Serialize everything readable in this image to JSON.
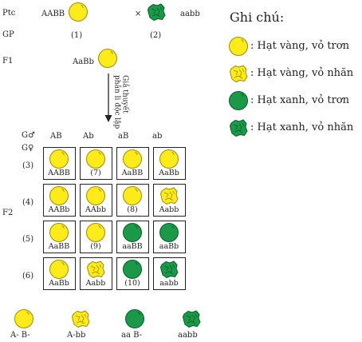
{
  "labels": {
    "ptc": "Ptc",
    "gp": "GP",
    "f1": "F1",
    "f2": "F2",
    "g_male": "G♂",
    "g_female": "G♀",
    "parent1_genotype": "AABB",
    "parent2_genotype": "aabb",
    "parent1_num": "(1)",
    "parent2_num": "(2)",
    "f1_genotype": "AaBb",
    "arrow_text_line1": "Giả thuyết",
    "arrow_text_line2": "phân li độc lập"
  },
  "punnett": {
    "columns": [
      "AB",
      "Ab",
      "aB",
      "ab"
    ],
    "rows": [
      "(3)",
      "(4)",
      "(5)",
      "(6)"
    ],
    "cells": [
      [
        {
          "label": "AABB",
          "seed": "yellow-smooth"
        },
        {
          "label": "(7)",
          "seed": "yellow-smooth"
        },
        {
          "label": "AaBB",
          "seed": "yellow-smooth"
        },
        {
          "label": "AaBb",
          "seed": "yellow-smooth"
        }
      ],
      [
        {
          "label": "AABb",
          "seed": "yellow-smooth"
        },
        {
          "label": "AAbb",
          "seed": "yellow-smooth"
        },
        {
          "label": "(8)",
          "seed": "yellow-smooth"
        },
        {
          "label": "Aabb",
          "seed": "yellow-wrinkled"
        }
      ],
      [
        {
          "label": "AaBB",
          "seed": "yellow-smooth"
        },
        {
          "label": "(9)",
          "seed": "yellow-smooth"
        },
        {
          "label": "aaBB",
          "seed": "green-smooth"
        },
        {
          "label": "aaBb",
          "seed": "green-smooth"
        }
      ],
      [
        {
          "label": "AaBb",
          "seed": "yellow-smooth"
        },
        {
          "label": "Aabb",
          "seed": "yellow-wrinkled"
        },
        {
          "label": "(10)",
          "seed": "green-smooth"
        },
        {
          "label": "aabb",
          "seed": "green-wrinkled"
        }
      ]
    ]
  },
  "phenotypes": [
    "A- B-",
    "A-bb",
    "aa B-",
    "aabb"
  ],
  "legend": {
    "title": "Ghi chú:",
    "items": [
      {
        "seed": "yellow-smooth",
        "label": ": Hạt vàng, vỏ trơn"
      },
      {
        "seed": "yellow-wrinkled",
        "label": ": Hạt vàng, vỏ nhăn"
      },
      {
        "seed": "green-smooth",
        "label": ": Hạt xanh, vỏ trơn"
      },
      {
        "seed": "green-wrinkled",
        "label": ": Hạt xanh, vỏ nhăn"
      }
    ]
  },
  "colors": {
    "yellow": "#FFEB1A",
    "yellow_edge": "#9a8a10",
    "green": "#1a9a48",
    "green_edge": "#0d5a28"
  }
}
